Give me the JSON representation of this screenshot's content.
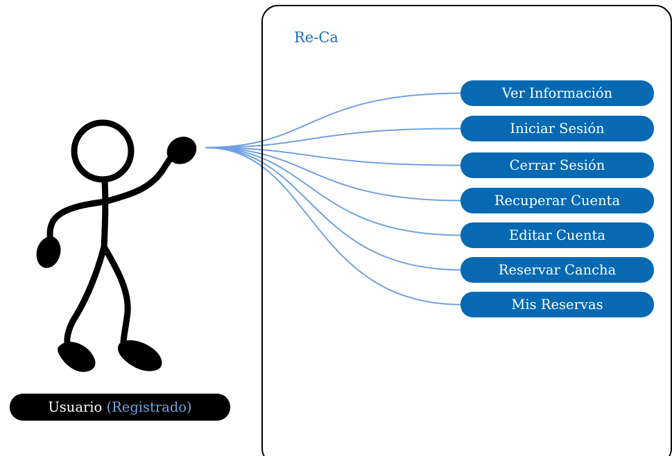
{
  "system": {
    "name": "Re-Ca"
  },
  "actor": {
    "name": "Usuario",
    "qualifier": "(Registrado)",
    "qualifier_color": "#6fa8e0"
  },
  "colors": {
    "usecase_fill": "#0669b2",
    "connector": "#6fa1e0",
    "system_name": "#1a6fb8",
    "actor_label_bg": "#000000"
  },
  "use_cases": [
    {
      "label": "Ver Información"
    },
    {
      "label": "Iniciar Sesión"
    },
    {
      "label": "Cerrar Sesión"
    },
    {
      "label": "Recuperar Cuenta"
    },
    {
      "label": "Editar Cuenta"
    },
    {
      "label": "Reservar Cancha"
    },
    {
      "label": "Mis Reservas"
    }
  ]
}
